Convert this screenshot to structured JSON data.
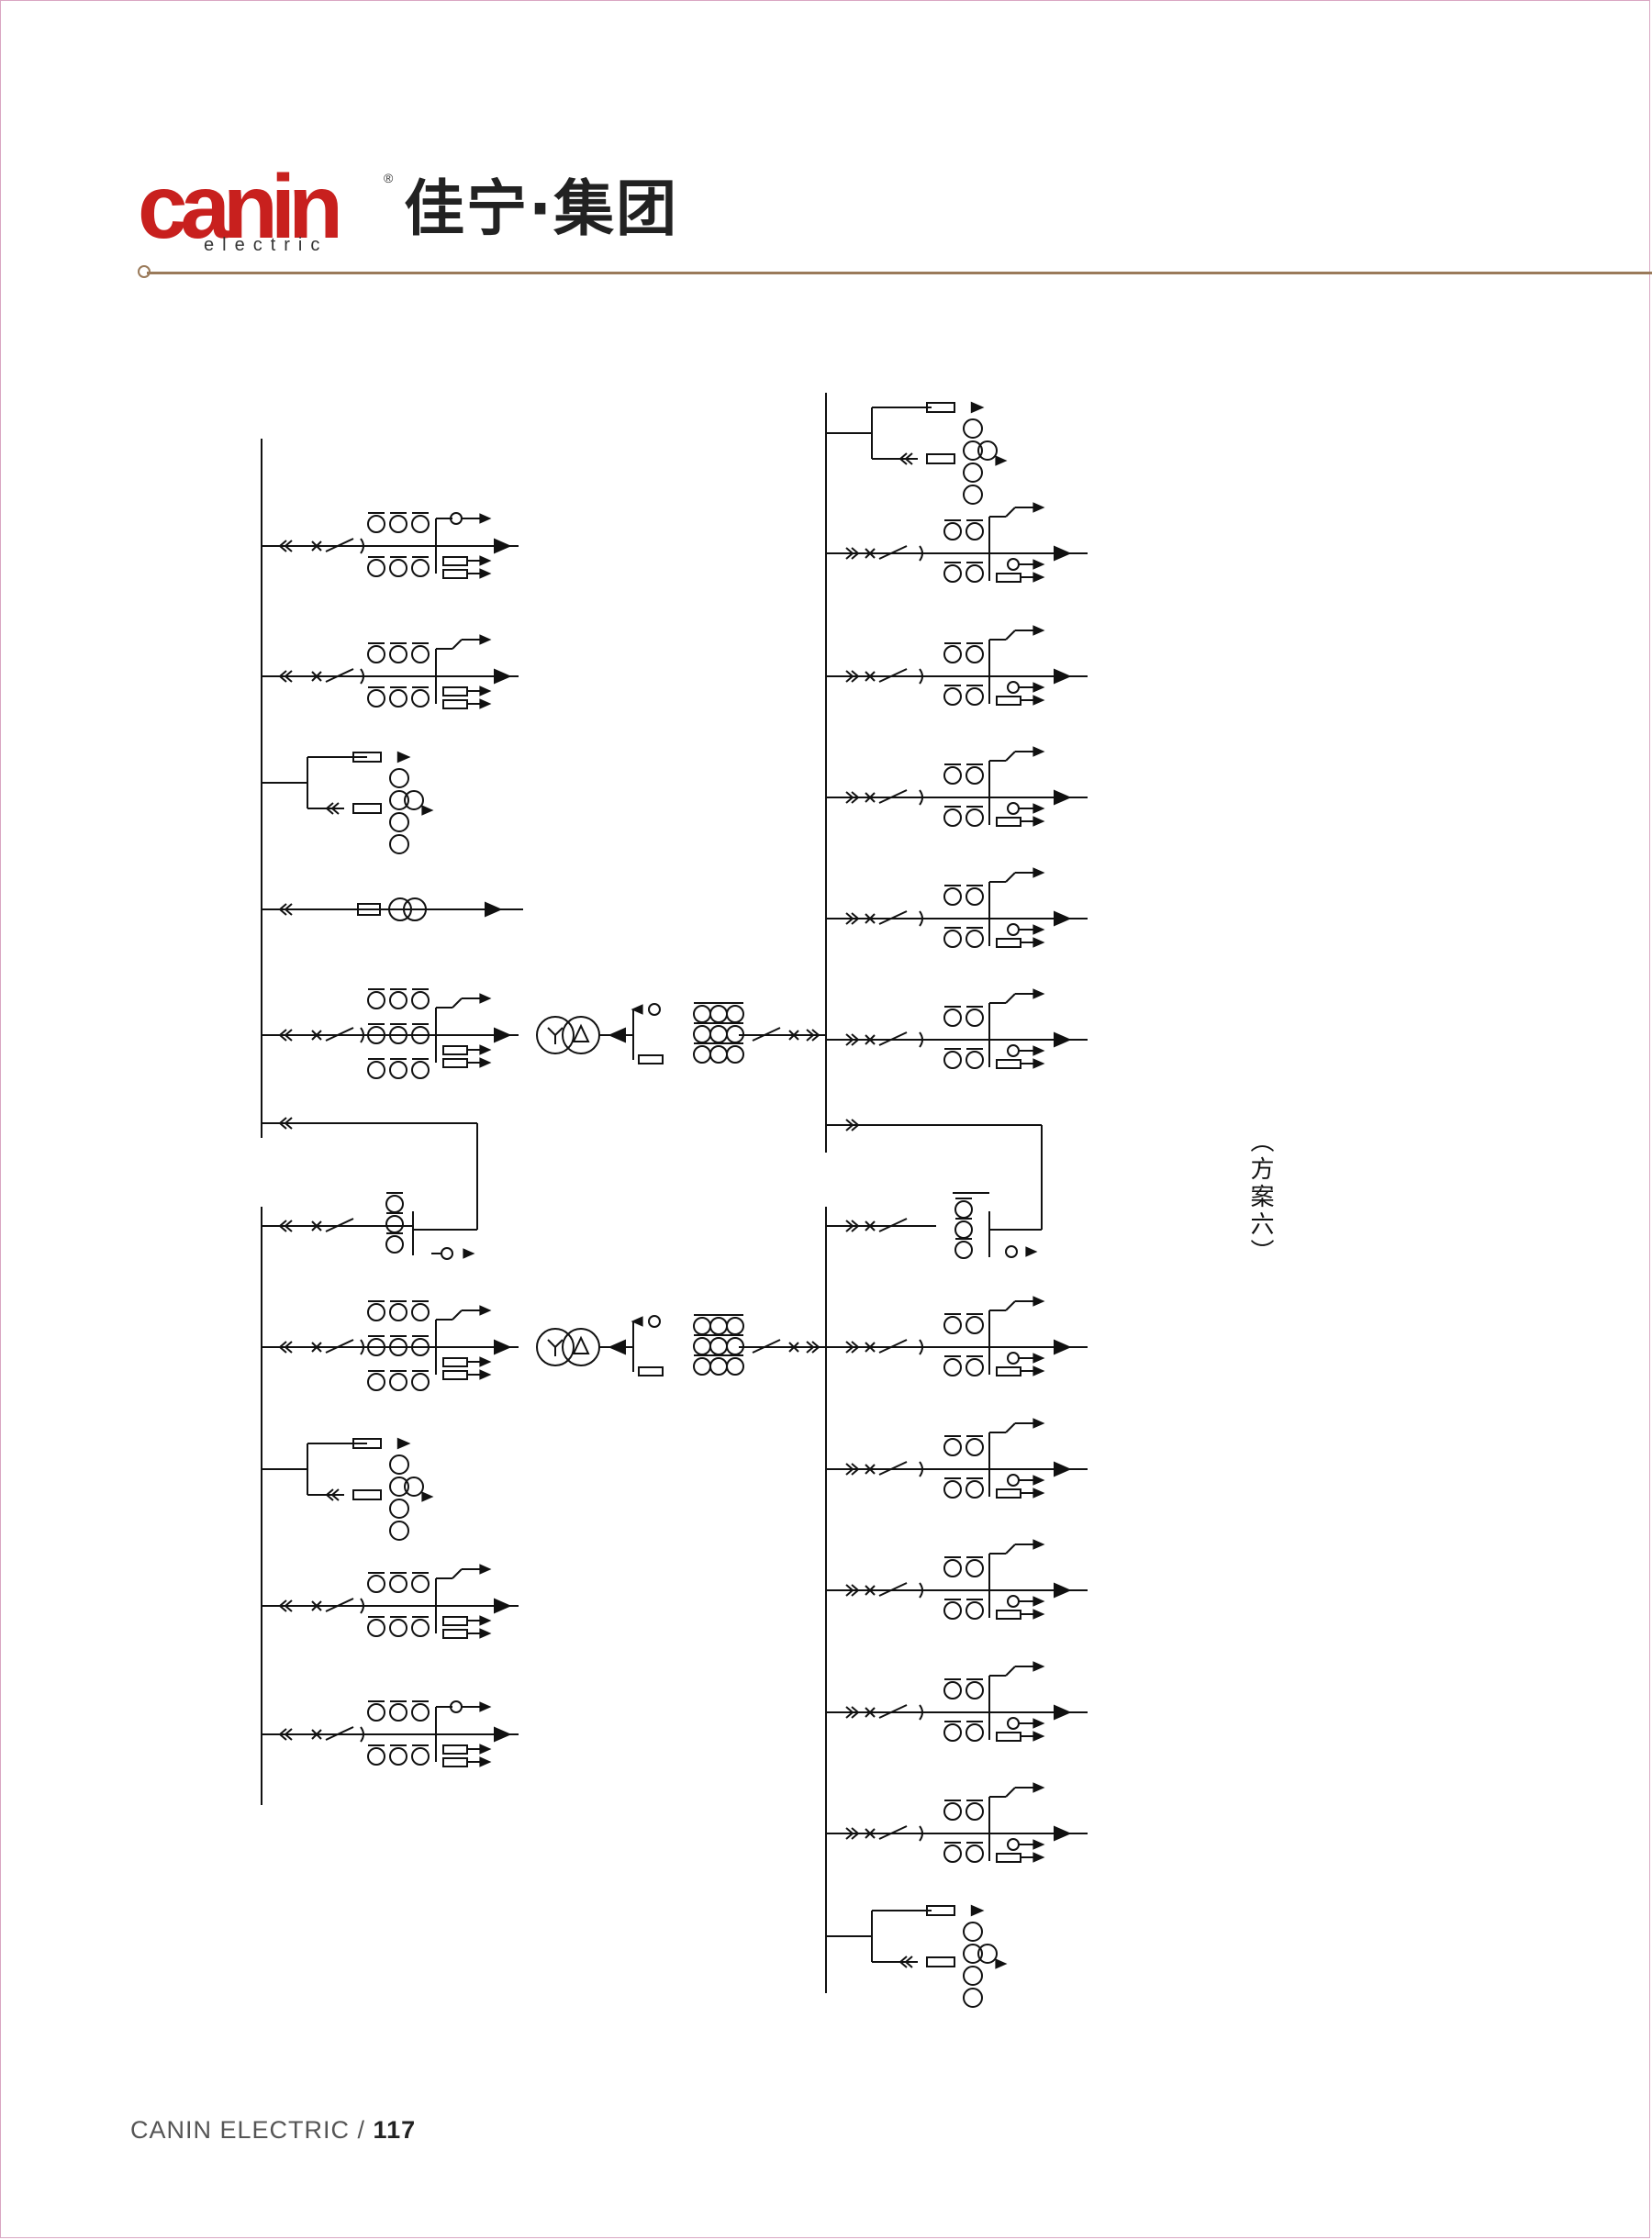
{
  "brand": {
    "wordmark": "canin",
    "sub": "electric",
    "registered": "®",
    "chinese": "佳宁·集团"
  },
  "diagram": {
    "label": "（方案六）"
  },
  "footer": {
    "company": "CANIN ELECTRIC",
    "separator": " / ",
    "page": "117"
  },
  "colors": {
    "brand_red": "#c8201e",
    "rule": "#9a7a5a",
    "frame": "#d9a6c2",
    "ink": "#111111"
  }
}
